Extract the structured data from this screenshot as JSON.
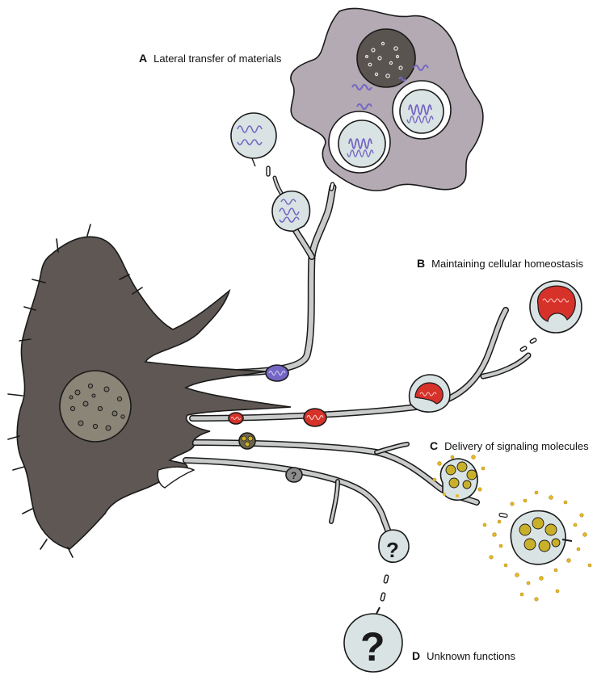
{
  "labels": {
    "A": {
      "letter": "A",
      "text": "Lateral transfer of materials"
    },
    "B": {
      "letter": "B",
      "text": "Maintaining cellular homeostasis"
    },
    "C": {
      "letter": "C",
      "text": "Delivery of signaling molecules"
    },
    "D": {
      "letter": "D",
      "text": "Unknown functions"
    }
  },
  "glyphs": {
    "question": "?"
  },
  "colors": {
    "cell_body": "#5e5753",
    "nucleus": "#8a8577",
    "nanotube": "#c9cbcb",
    "recipient_cell": "#b3aab3",
    "recipient_nucleus": "#5a5450",
    "vesicle_fill": "#d9e3e3",
    "cargo_purple": "#7466c4",
    "cargo_red": "#d6322a",
    "cargo_yellow": "#c9b02a",
    "signal_dots": "#e8b922"
  }
}
